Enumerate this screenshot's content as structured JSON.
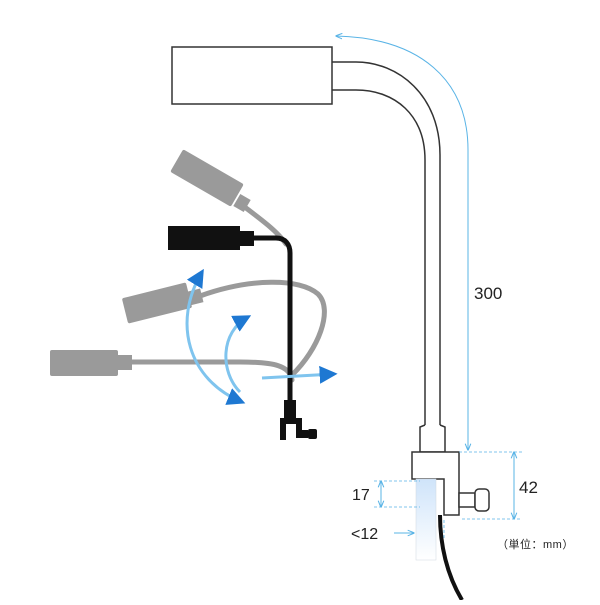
{
  "dimensions": {
    "height_total": "300",
    "clamp_height": "42",
    "clamp_opening": "17",
    "max_thickness": "<12"
  },
  "unit_note": "（単位：mm）",
  "colors": {
    "dimension_line": "#5ab4e6",
    "rotation_arrow": "#1e78d2",
    "outline": "#333333",
    "gray_lamp": "#9a9a9a",
    "black_lamp": "#111111"
  }
}
